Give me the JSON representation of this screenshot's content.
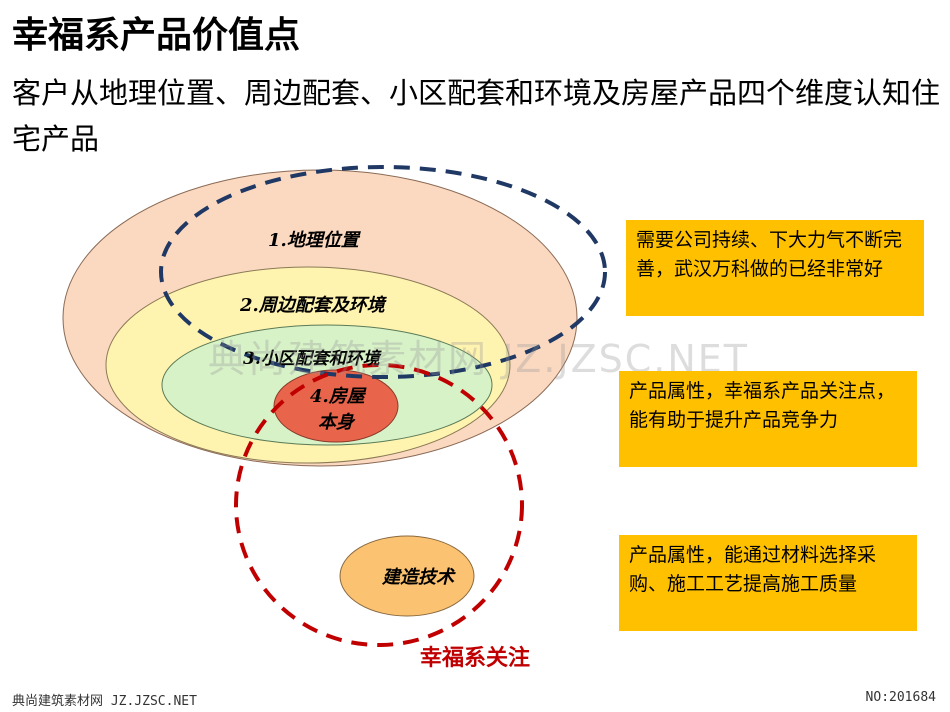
{
  "title": "幸福系产品价值点",
  "subtitle": "客户从地理位置、周边配套、小区配套和环境及房屋产品四个维度认知住宅产品",
  "diagram": {
    "layers": [
      {
        "label": "1.地理位置",
        "color": "#fbd9c0"
      },
      {
        "label": "2.周边配套及环境",
        "color": "#fff3b0"
      },
      {
        "label": "3.小区配套和环境",
        "color": "#d8f2c8"
      },
      {
        "label_line1": "4.房屋",
        "label_line2": "本身",
        "color": "#e8644b"
      }
    ],
    "construction": {
      "label": "建造技术",
      "color": "#fbc272"
    },
    "focus_label": "幸福系关注",
    "focus_color": "#c00000",
    "navy_dash_color": "#1f3864"
  },
  "notes": [
    "需要公司持续、下大力气不断完善，武汉万科做的已经非常好",
    "产品属性，幸福系产品关注点，能有助于提升产品竞争力",
    "产品属性，能通过材料选择采购、施工工艺提高施工质量"
  ],
  "watermark": "典尚建筑素材网 JZ.JZSC.NET",
  "footer": {
    "left": "典尚建筑素材网 JZ.JZSC.NET",
    "right": "NO:201684"
  }
}
